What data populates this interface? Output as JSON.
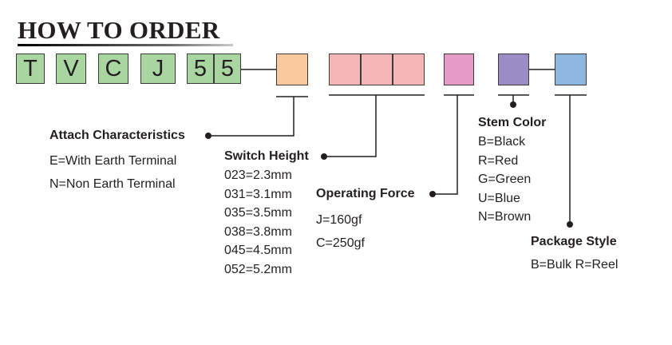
{
  "title": "HOW TO ORDER",
  "code": {
    "letters": [
      "T",
      "V",
      "C",
      "J",
      "5",
      "5"
    ]
  },
  "colors": {
    "code_box": "#a8d5a0",
    "attach": "#f7c99c",
    "height": "#f4b6b7",
    "force": "#e69bc7",
    "stem": "#9b8cc6",
    "package": "#8fb8e0"
  },
  "attach": {
    "heading": "Attach Characteristics",
    "options": [
      "E=With Earth Terminal",
      "N=Non Earth Terminal"
    ]
  },
  "height": {
    "heading": "Switch Height",
    "options": [
      "023=2.3mm",
      "031=3.1mm",
      "035=3.5mm",
      "038=3.8mm",
      "045=4.5mm",
      "052=5.2mm"
    ]
  },
  "force": {
    "heading": "Operating Force",
    "options": [
      "J=160gf",
      "C=250gf"
    ]
  },
  "stem": {
    "heading": "Stem Color",
    "options": [
      "B=Black",
      "R=Red",
      "G=Green",
      "U=Blue",
      "N=Brown"
    ]
  },
  "package": {
    "heading": "Package Style",
    "options": [
      "B=Bulk R=Reel"
    ]
  }
}
